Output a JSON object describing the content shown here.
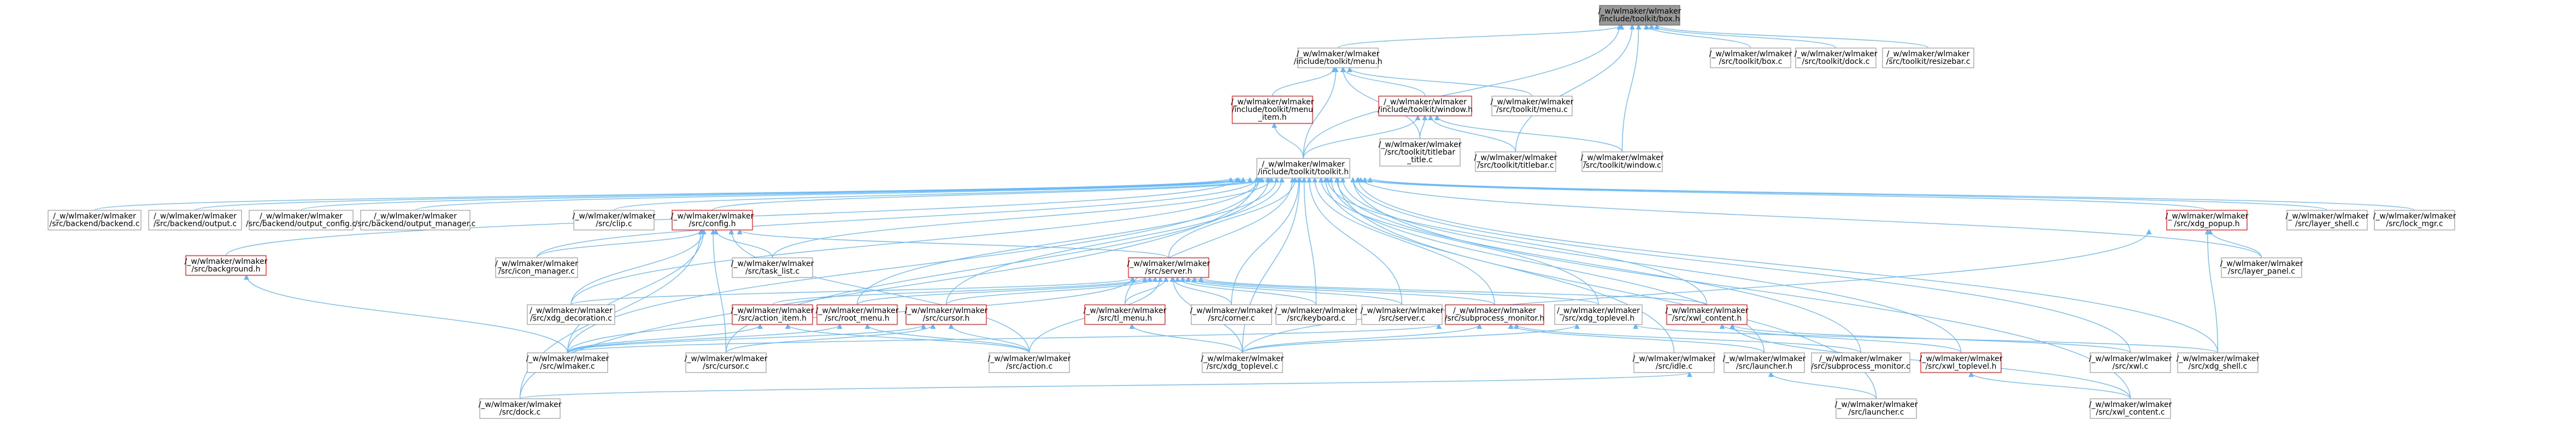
{
  "colors": {
    "edge": "#63b8ff",
    "edge_dark": "#5391ce",
    "node_fill": "#ffffff",
    "node_border": "#999999",
    "node_border_red": "#ff0000",
    "root_fill": "#999999",
    "root_border": "#666666",
    "text": "#000000"
  },
  "nodes": [
    {
      "id": "root",
      "lines": [
        "/_w/wlmaker/wlmaker",
        "/include/toolkit/box.h"
      ],
      "style": "root"
    },
    {
      "id": "menu_h",
      "lines": [
        "/_w/wlmaker/wlmaker",
        "/include/toolkit/menu.h"
      ],
      "style": "plain"
    },
    {
      "id": "box_c",
      "lines": [
        "/_w/wlmaker/wlmaker",
        "/src/toolkit/box.c"
      ],
      "style": "plain"
    },
    {
      "id": "dock_c",
      "lines": [
        "/_w/wlmaker/wlmaker",
        "/src/toolkit/dock.c"
      ],
      "style": "plain"
    },
    {
      "id": "resizebar_c",
      "lines": [
        "/_w/wlmaker/wlmaker",
        "/src/toolkit/resizebar.c"
      ],
      "style": "plain"
    },
    {
      "id": "menu_item_h",
      "lines": [
        "/_w/wlmaker/wlmaker",
        "/include/toolkit/menu",
        "_item.h"
      ],
      "style": "red"
    },
    {
      "id": "window_h",
      "lines": [
        "/_w/wlmaker/wlmaker",
        "/include/toolkit/window.h"
      ],
      "style": "red"
    },
    {
      "id": "menu_c",
      "lines": [
        "/_w/wlmaker/wlmaker",
        "/src/toolkit/menu.c"
      ],
      "style": "plain"
    },
    {
      "id": "toolkit_h",
      "lines": [
        "/_w/wlmaker/wlmaker",
        "/include/toolkit/toolkit.h"
      ],
      "style": "plain"
    },
    {
      "id": "titlebar_title_c",
      "lines": [
        "/_w/wlmaker/wlmaker",
        "/src/toolkit/titlebar",
        "_title.c"
      ],
      "style": "plain"
    },
    {
      "id": "titlebar_c",
      "lines": [
        "/_w/wlmaker/wlmaker",
        "/src/toolkit/titlebar.c"
      ],
      "style": "plain"
    },
    {
      "id": "window_c",
      "lines": [
        "/_w/wlmaker/wlmaker",
        "/src/toolkit/window.c"
      ],
      "style": "plain"
    },
    {
      "id": "backend_c",
      "lines": [
        "/_w/wlmaker/wlmaker",
        "/src/backend/backend.c"
      ],
      "style": "plain"
    },
    {
      "id": "backend_output_c",
      "lines": [
        "/_w/wlmaker/wlmaker",
        "/src/backend/output.c"
      ],
      "style": "plain"
    },
    {
      "id": "output_config_c",
      "lines": [
        "/_w/wlmaker/wlmaker",
        "/src/backend/output_config.c"
      ],
      "style": "plain"
    },
    {
      "id": "output_manager_c",
      "lines": [
        "/_w/wlmaker/wlmaker",
        "/src/backend/output_manager.c"
      ],
      "style": "plain"
    },
    {
      "id": "clip_c",
      "lines": [
        "/_w/wlmaker/wlmaker",
        "/src/clip.c"
      ],
      "style": "plain"
    },
    {
      "id": "config_h",
      "lines": [
        "/_w/wlmaker/wlmaker",
        "/src/config.h"
      ],
      "style": "red"
    },
    {
      "id": "xdg_popup_h",
      "lines": [
        "/_w/wlmaker/wlmaker",
        "/src/xdg_popup.h"
      ],
      "style": "red"
    },
    {
      "id": "layer_shell_c",
      "lines": [
        "/_w/wlmaker/wlmaker",
        "/src/layer_shell.c"
      ],
      "style": "plain"
    },
    {
      "id": "lock_mgr_c",
      "lines": [
        "/_w/wlmaker/wlmaker",
        "/src/lock_mgr.c"
      ],
      "style": "plain"
    },
    {
      "id": "background_h",
      "lines": [
        "/_w/wlmaker/wlmaker",
        "/src/background.h"
      ],
      "style": "red"
    },
    {
      "id": "icon_manager_c",
      "lines": [
        "/_w/wlmaker/wlmaker",
        "/src/icon_manager.c"
      ],
      "style": "plain"
    },
    {
      "id": "task_list_c",
      "lines": [
        "/_w/wlmaker/wlmaker",
        "/src/task_list.c"
      ],
      "style": "plain"
    },
    {
      "id": "server_h",
      "lines": [
        "/_w/wlmaker/wlmaker",
        "/src/server.h"
      ],
      "style": "red"
    },
    {
      "id": "layer_panel_c",
      "lines": [
        "/_w/wlmaker/wlmaker",
        "/src/layer_panel.c"
      ],
      "style": "plain"
    },
    {
      "id": "xdg_decoration_c",
      "lines": [
        "/_w/wlmaker/wlmaker",
        "/src/xdg_decoration.c"
      ],
      "style": "plain"
    },
    {
      "id": "action_item_h",
      "lines": [
        "/_w/wlmaker/wlmaker",
        "/src/action_item.h"
      ],
      "style": "red"
    },
    {
      "id": "root_menu_h",
      "lines": [
        "/_w/wlmaker/wlmaker",
        "/src/root_menu.h"
      ],
      "style": "red"
    },
    {
      "id": "cursor_h",
      "lines": [
        "/_w/wlmaker/wlmaker",
        "/src/cursor.h"
      ],
      "style": "red"
    },
    {
      "id": "tl_menu_h",
      "lines": [
        "/_w/wlmaker/wlmaker",
        "/src/tl_menu.h"
      ],
      "style": "red"
    },
    {
      "id": "corner_c",
      "lines": [
        "/_w/wlmaker/wlmaker",
        "/src/corner.c"
      ],
      "style": "plain"
    },
    {
      "id": "keyboard_c",
      "lines": [
        "/_w/wlmaker/wlmaker",
        "/src/keyboard.c"
      ],
      "style": "plain"
    },
    {
      "id": "server_c",
      "lines": [
        "/_w/wlmaker/wlmaker",
        "/src/server.c"
      ],
      "style": "plain"
    },
    {
      "id": "subprocess_monitor_h",
      "lines": [
        "/_w/wlmaker/wlmaker",
        "/src/subprocess_monitor.h"
      ],
      "style": "red"
    },
    {
      "id": "xdg_toplevel_h",
      "lines": [
        "/_w/wlmaker/wlmaker",
        "/src/xdg_toplevel.h"
      ],
      "style": "plain"
    },
    {
      "id": "xwl_content_h",
      "lines": [
        "/_w/wlmaker/wlmaker",
        "/src/xwl_content.h"
      ],
      "style": "red"
    },
    {
      "id": "wlmaker_c",
      "lines": [
        "/_w/wlmaker/wlmaker",
        "/src/wlmaker.c"
      ],
      "style": "plain"
    },
    {
      "id": "cursor_c",
      "lines": [
        "/_w/wlmaker/wlmaker",
        "/src/cursor.c"
      ],
      "style": "plain"
    },
    {
      "id": "action_c",
      "lines": [
        "/_w/wlmaker/wlmaker",
        "/src/action.c"
      ],
      "style": "plain"
    },
    {
      "id": "xdg_toplevel_c",
      "lines": [
        "/_w/wlmaker/wlmaker",
        "/src/xdg_toplevel.c"
      ],
      "style": "plain"
    },
    {
      "id": "idle_c",
      "lines": [
        "/_w/wlmaker/wlmaker",
        "/src/idle.c"
      ],
      "style": "plain"
    },
    {
      "id": "launcher_h",
      "lines": [
        "/_w/wlmaker/wlmaker",
        "/src/launcher.h"
      ],
      "style": "plain"
    },
    {
      "id": "subprocess_monitor_c",
      "lines": [
        "/_w/wlmaker/wlmaker",
        "/src/subprocess_monitor.c"
      ],
      "style": "plain"
    },
    {
      "id": "xwl_toplevel_h",
      "lines": [
        "/_w/wlmaker/wlmaker",
        "/src/xwl_toplevel.h"
      ],
      "style": "red"
    },
    {
      "id": "xwl_c",
      "lines": [
        "/_w/wlmaker/wlmaker",
        "/src/xwl.c"
      ],
      "style": "plain"
    },
    {
      "id": "xdg_shell_c",
      "lines": [
        "/_w/wlmaker/wlmaker",
        "/src/xdg_shell.c"
      ],
      "style": "plain"
    },
    {
      "id": "dock_src_c",
      "lines": [
        "/_w/wlmaker/wlmaker",
        "/src/dock.c"
      ],
      "style": "plain"
    },
    {
      "id": "launcher_c",
      "lines": [
        "/_w/wlmaker/wlmaker",
        "/src/launcher.c"
      ],
      "style": "plain"
    },
    {
      "id": "xwl_content_c",
      "lines": [
        "/_w/wlmaker/wlmaker",
        "/src/xwl_content.c"
      ],
      "style": "plain"
    }
  ],
  "edges": [
    [
      "menu_h",
      "root"
    ],
    [
      "box_c",
      "root"
    ],
    [
      "dock_c",
      "root"
    ],
    [
      "resizebar_c",
      "root"
    ],
    [
      "toolkit_h",
      "root"
    ],
    [
      "titlebar_c",
      "root"
    ],
    [
      "window_c",
      "root"
    ],
    [
      "menu_item_h",
      "menu_h"
    ],
    [
      "window_h",
      "menu_h"
    ],
    [
      "menu_c",
      "menu_h"
    ],
    [
      "toolkit_h",
      "menu_h"
    ],
    [
      "titlebar_title_c",
      "menu_h"
    ],
    [
      "toolkit_h",
      "menu_item_h"
    ],
    [
      "toolkit_h",
      "window_h"
    ],
    [
      "titlebar_title_c",
      "window_h"
    ],
    [
      "titlebar_c",
      "window_h"
    ],
    [
      "window_c",
      "window_h"
    ],
    [
      "backend_c",
      "toolkit_h"
    ],
    [
      "backend_output_c",
      "toolkit_h"
    ],
    [
      "output_config_c",
      "toolkit_h"
    ],
    [
      "output_manager_c",
      "toolkit_h"
    ],
    [
      "clip_c",
      "toolkit_h"
    ],
    [
      "config_h",
      "toolkit_h"
    ],
    [
      "background_h",
      "toolkit_h"
    ],
    [
      "icon_manager_c",
      "toolkit_h"
    ],
    [
      "task_list_c",
      "toolkit_h"
    ],
    [
      "server_h",
      "toolkit_h"
    ],
    [
      "xdg_popup_h",
      "toolkit_h"
    ],
    [
      "layer_shell_c",
      "toolkit_h"
    ],
    [
      "lock_mgr_c",
      "toolkit_h"
    ],
    [
      "layer_panel_c",
      "toolkit_h"
    ],
    [
      "xdg_decoration_c",
      "toolkit_h"
    ],
    [
      "root_menu_h",
      "toolkit_h"
    ],
    [
      "cursor_h",
      "toolkit_h"
    ],
    [
      "tl_menu_h",
      "toolkit_h"
    ],
    [
      "corner_c",
      "toolkit_h"
    ],
    [
      "keyboard_c",
      "toolkit_h"
    ],
    [
      "server_c",
      "toolkit_h"
    ],
    [
      "subprocess_monitor_h",
      "toolkit_h"
    ],
    [
      "xdg_toplevel_h",
      "toolkit_h"
    ],
    [
      "xwl_content_h",
      "toolkit_h"
    ],
    [
      "wlmaker_c",
      "toolkit_h"
    ],
    [
      "cursor_c",
      "toolkit_h"
    ],
    [
      "xdg_toplevel_c",
      "toolkit_h"
    ],
    [
      "idle_c",
      "toolkit_h"
    ],
    [
      "subprocess_monitor_c",
      "toolkit_h"
    ],
    [
      "xwl_toplevel_h",
      "toolkit_h"
    ],
    [
      "xwl_c",
      "toolkit_h"
    ],
    [
      "xdg_shell_c",
      "toolkit_h"
    ],
    [
      "dock_src_c",
      "toolkit_h"
    ],
    [
      "launcher_c",
      "toolkit_h"
    ],
    [
      "xwl_content_c",
      "toolkit_h"
    ],
    [
      "launcher_h",
      "toolkit_h"
    ],
    [
      "icon_manager_c",
      "config_h"
    ],
    [
      "task_list_c",
      "config_h"
    ],
    [
      "server_h",
      "config_h"
    ],
    [
      "xdg_decoration_c",
      "config_h"
    ],
    [
      "wlmaker_c",
      "config_h"
    ],
    [
      "cursor_c",
      "config_h"
    ],
    [
      "action_c",
      "config_h"
    ],
    [
      "dock_src_c",
      "config_h"
    ],
    [
      "wlmaker_c",
      "background_h"
    ],
    [
      "action_item_h",
      "server_h"
    ],
    [
      "root_menu_h",
      "server_h"
    ],
    [
      "cursor_h",
      "server_h"
    ],
    [
      "tl_menu_h",
      "server_h"
    ],
    [
      "corner_c",
      "server_h"
    ],
    [
      "keyboard_c",
      "server_h"
    ],
    [
      "server_c",
      "server_h"
    ],
    [
      "subprocess_monitor_h",
      "server_h"
    ],
    [
      "xdg_toplevel_h",
      "server_h"
    ],
    [
      "xwl_content_h",
      "server_h"
    ],
    [
      "xdg_decoration_c",
      "server_h"
    ],
    [
      "wlmaker_c",
      "server_h"
    ],
    [
      "action_c",
      "server_h"
    ],
    [
      "xdg_toplevel_c",
      "server_h"
    ],
    [
      "wlmaker_c",
      "action_item_h"
    ],
    [
      "action_c",
      "action_item_h"
    ],
    [
      "wlmaker_c",
      "root_menu_h"
    ],
    [
      "action_c",
      "root_menu_h"
    ],
    [
      "wlmaker_c",
      "cursor_h"
    ],
    [
      "cursor_c",
      "cursor_h"
    ],
    [
      "action_c",
      "cursor_h"
    ],
    [
      "xdg_toplevel_c",
      "tl_menu_h"
    ],
    [
      "launcher_h",
      "subprocess_monitor_h"
    ],
    [
      "subprocess_monitor_c",
      "subprocess_monitor_h"
    ],
    [
      "wlmaker_c",
      "subprocess_monitor_h"
    ],
    [
      "xdg_toplevel_c",
      "subprocess_monitor_h"
    ],
    [
      "xdg_toplevel_c",
      "xdg_toplevel_h"
    ],
    [
      "xdg_shell_c",
      "xdg_toplevel_h"
    ],
    [
      "xwl_toplevel_h",
      "xwl_content_h"
    ],
    [
      "xwl_c",
      "xwl_content_h"
    ],
    [
      "xwl_content_c",
      "xwl_content_h"
    ],
    [
      "xwl_content_c",
      "xwl_toplevel_h"
    ],
    [
      "xdg_toplevel_c",
      "xdg_popup_h"
    ],
    [
      "xdg_shell_c",
      "xdg_popup_h"
    ],
    [
      "layer_panel_c",
      "xdg_popup_h"
    ],
    [
      "dock_src_c",
      "launcher_h"
    ],
    [
      "launcher_c",
      "launcher_h"
    ]
  ]
}
